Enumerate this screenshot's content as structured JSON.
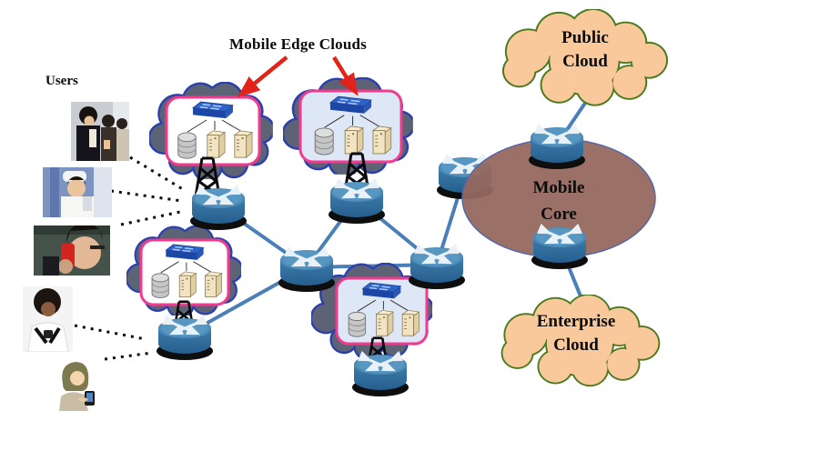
{
  "labels": {
    "mobile_edge_clouds": "Mobile Edge Clouds",
    "users": "Users",
    "public_cloud": {
      "line1": "Public",
      "line2": "Cloud"
    },
    "mobile_core": {
      "line1": "Mobile",
      "line2": "Core"
    },
    "enterprise_cloud": {
      "line1": "Enterprise",
      "line2": "Cloud"
    }
  },
  "colors": {
    "edge_cloud_fill": "#5c6374",
    "edge_cloud_outline": "#2b3fae",
    "edge_box_border": "#f23a8e",
    "edge_box_fill_white": "#ffffff",
    "edge_box_fill_blue": "#dde7f5",
    "peach_cloud_fill": "#f9c99c",
    "peach_cloud_outline": "#4a7a1e",
    "mobile_core_fill": "#96685f",
    "link_blue": "#4b7fb7",
    "arrow_red": "#e2231a",
    "router_top": "#4d8cb8",
    "router_body": "#2f6da0"
  },
  "structure": {
    "edge_cloud_count": 4,
    "edge_cloud_contents": [
      "switch",
      "database",
      "server",
      "server"
    ],
    "router_count": 9,
    "cell_tower_count": 4,
    "user_photo_count": 5,
    "core_entities": [
      "Public Cloud",
      "Mobile Core",
      "Enterprise Cloud"
    ],
    "links": [
      "edge-router-1 to center-router",
      "edge-router-2 to center-router",
      "edge-router-2 to right-router",
      "center-router to right-router",
      "center-router to edge-router-3",
      "center-router to edge-router-4",
      "right-router to edge-router-4",
      "right-router to core-left-router",
      "core-top-router to public-cloud",
      "core-bottom-router to enterprise-cloud"
    ],
    "dotted_links": [
      "5 user photos to nearest edge routers"
    ]
  }
}
